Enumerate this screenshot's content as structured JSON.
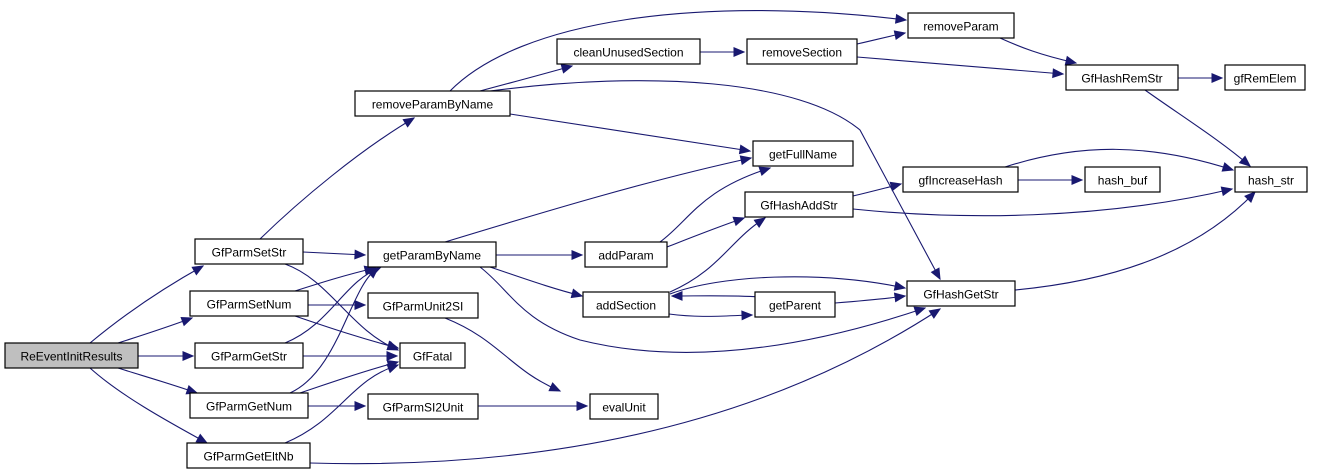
{
  "diagram": {
    "type": "call-graph",
    "edge_color": "#191970",
    "root_fill": "#bfbfbf",
    "node_fill": "#ffffff",
    "nodes": [
      {
        "id": "ReEventInitResults",
        "label": "ReEventInitResults",
        "root": true
      },
      {
        "id": "GfParmSetStr",
        "label": "GfParmSetStr"
      },
      {
        "id": "GfParmSetNum",
        "label": "GfParmSetNum"
      },
      {
        "id": "GfParmGetStr",
        "label": "GfParmGetStr"
      },
      {
        "id": "GfParmGetNum",
        "label": "GfParmGetNum"
      },
      {
        "id": "GfParmGetEltNb",
        "label": "GfParmGetEltNb"
      },
      {
        "id": "removeParamByName",
        "label": "removeParamByName"
      },
      {
        "id": "getParamByName",
        "label": "getParamByName"
      },
      {
        "id": "GfParmUnit2SI",
        "label": "GfParmUnit2SI"
      },
      {
        "id": "GfFatal",
        "label": "GfFatal"
      },
      {
        "id": "GfParmSI2Unit",
        "label": "GfParmSI2Unit"
      },
      {
        "id": "cleanUnusedSection",
        "label": "cleanUnusedSection"
      },
      {
        "id": "getFullName",
        "label": "getFullName"
      },
      {
        "id": "addParam",
        "label": "addParam"
      },
      {
        "id": "addSection",
        "label": "addSection"
      },
      {
        "id": "evalUnit",
        "label": "evalUnit"
      },
      {
        "id": "removeSection",
        "label": "removeSection"
      },
      {
        "id": "GfHashAddStr",
        "label": "GfHashAddStr"
      },
      {
        "id": "getParent",
        "label": "getParent"
      },
      {
        "id": "removeParam",
        "label": "removeParam"
      },
      {
        "id": "gfIncreaseHash",
        "label": "gfIncreaseHash"
      },
      {
        "id": "GfHashGetStr",
        "label": "GfHashGetStr"
      },
      {
        "id": "GfHashRemStr",
        "label": "GfHashRemStr"
      },
      {
        "id": "hash_buf",
        "label": "hash_buf"
      },
      {
        "id": "gfRemElem",
        "label": "gfRemElem"
      },
      {
        "id": "hash_str",
        "label": "hash_str"
      }
    ],
    "edges": [
      [
        "ReEventInitResults",
        "GfParmSetStr"
      ],
      [
        "ReEventInitResults",
        "GfParmSetNum"
      ],
      [
        "ReEventInitResults",
        "GfParmGetStr"
      ],
      [
        "ReEventInitResults",
        "GfParmGetNum"
      ],
      [
        "ReEventInitResults",
        "GfParmGetEltNb"
      ],
      [
        "GfParmSetStr",
        "removeParamByName"
      ],
      [
        "GfParmSetStr",
        "getParamByName"
      ],
      [
        "GfParmSetStr",
        "GfFatal"
      ],
      [
        "GfParmSetNum",
        "getParamByName"
      ],
      [
        "GfParmSetNum",
        "GfParmUnit2SI"
      ],
      [
        "GfParmSetNum",
        "GfFatal"
      ],
      [
        "GfParmGetStr",
        "getParamByName"
      ],
      [
        "GfParmGetStr",
        "GfFatal"
      ],
      [
        "GfParmGetNum",
        "getParamByName"
      ],
      [
        "GfParmGetNum",
        "GfFatal"
      ],
      [
        "GfParmGetNum",
        "GfParmSI2Unit"
      ],
      [
        "GfParmGetEltNb",
        "GfFatal"
      ],
      [
        "GfParmGetEltNb",
        "GfHashGetStr"
      ],
      [
        "removeParamByName",
        "removeParam"
      ],
      [
        "removeParamByName",
        "cleanUnusedSection"
      ],
      [
        "removeParamByName",
        "GfHashGetStr"
      ],
      [
        "removeParamByName",
        "getFullName"
      ],
      [
        "getParamByName",
        "getFullName"
      ],
      [
        "getParamByName",
        "addParam"
      ],
      [
        "getParamByName",
        "addSection"
      ],
      [
        "getParamByName",
        "GfHashGetStr"
      ],
      [
        "GfParmUnit2SI",
        "evalUnit"
      ],
      [
        "GfParmSI2Unit",
        "evalUnit"
      ],
      [
        "cleanUnusedSection",
        "removeSection"
      ],
      [
        "removeSection",
        "removeParam"
      ],
      [
        "removeSection",
        "GfHashRemStr"
      ],
      [
        "removeParam",
        "GfHashRemStr"
      ],
      [
        "addParam",
        "getFullName"
      ],
      [
        "addParam",
        "GfHashAddStr"
      ],
      [
        "addSection",
        "GfHashAddStr"
      ],
      [
        "addSection",
        "GfHashGetStr"
      ],
      [
        "addSection",
        "getParent"
      ],
      [
        "getParent",
        "addSection"
      ],
      [
        "getParent",
        "GfHashGetStr"
      ],
      [
        "GfHashAddStr",
        "gfIncreaseHash"
      ],
      [
        "GfHashAddStr",
        "hash_str"
      ],
      [
        "gfIncreaseHash",
        "hash_buf"
      ],
      [
        "gfIncreaseHash",
        "hash_str"
      ],
      [
        "GfHashRemStr",
        "gfRemElem"
      ],
      [
        "GfHashRemStr",
        "hash_str"
      ],
      [
        "GfHashGetStr",
        "hash_str"
      ]
    ]
  }
}
